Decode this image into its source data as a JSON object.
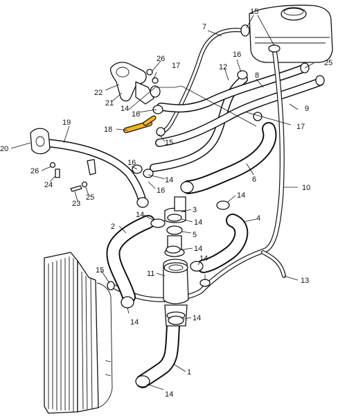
{
  "colors": {
    "line": "#111111",
    "background": "#ffffff",
    "highlight": "#f5b324"
  },
  "callouts": [
    {
      "id": "c15a",
      "text": "15"
    },
    {
      "id": "c7",
      "text": "7"
    },
    {
      "id": "c16a",
      "text": "16"
    },
    {
      "id": "c26a",
      "text": "26"
    },
    {
      "id": "c17a",
      "text": "17"
    },
    {
      "id": "c25a",
      "text": "25"
    },
    {
      "id": "c12",
      "text": "12"
    },
    {
      "id": "c8",
      "text": "8"
    },
    {
      "id": "c22",
      "text": "22"
    },
    {
      "id": "c21",
      "text": "21"
    },
    {
      "id": "c14a",
      "text": "14"
    },
    {
      "id": "c16b",
      "text": "16"
    },
    {
      "id": "c9",
      "text": "9"
    },
    {
      "id": "c18",
      "text": "18"
    },
    {
      "id": "c15b",
      "text": "15"
    },
    {
      "id": "c17b",
      "text": "17"
    },
    {
      "id": "c19",
      "text": "19"
    },
    {
      "id": "c20",
      "text": "20"
    },
    {
      "id": "c16c",
      "text": "16"
    },
    {
      "id": "c26b",
      "text": "26"
    },
    {
      "id": "c14b",
      "text": "14"
    },
    {
      "id": "c16d",
      "text": "16"
    },
    {
      "id": "c6",
      "text": "6"
    },
    {
      "id": "c24",
      "text": "24"
    },
    {
      "id": "c10",
      "text": "10"
    },
    {
      "id": "c23",
      "text": "23"
    },
    {
      "id": "c25b",
      "text": "25"
    },
    {
      "id": "c14c",
      "text": "14"
    },
    {
      "id": "c3",
      "text": "3"
    },
    {
      "id": "c14d",
      "text": "14"
    },
    {
      "id": "c14e",
      "text": "14"
    },
    {
      "id": "c4",
      "text": "4"
    },
    {
      "id": "c2",
      "text": "2"
    },
    {
      "id": "c5",
      "text": "5"
    },
    {
      "id": "c14f",
      "text": "14"
    },
    {
      "id": "c11",
      "text": "11"
    },
    {
      "id": "c14g",
      "text": "14"
    },
    {
      "id": "c13",
      "text": "13"
    },
    {
      "id": "c15c",
      "text": "15"
    },
    {
      "id": "c14h",
      "text": "14"
    },
    {
      "id": "c14i",
      "text": "14"
    },
    {
      "id": "c1",
      "text": "1"
    },
    {
      "id": "c14j",
      "text": "14"
    }
  ]
}
